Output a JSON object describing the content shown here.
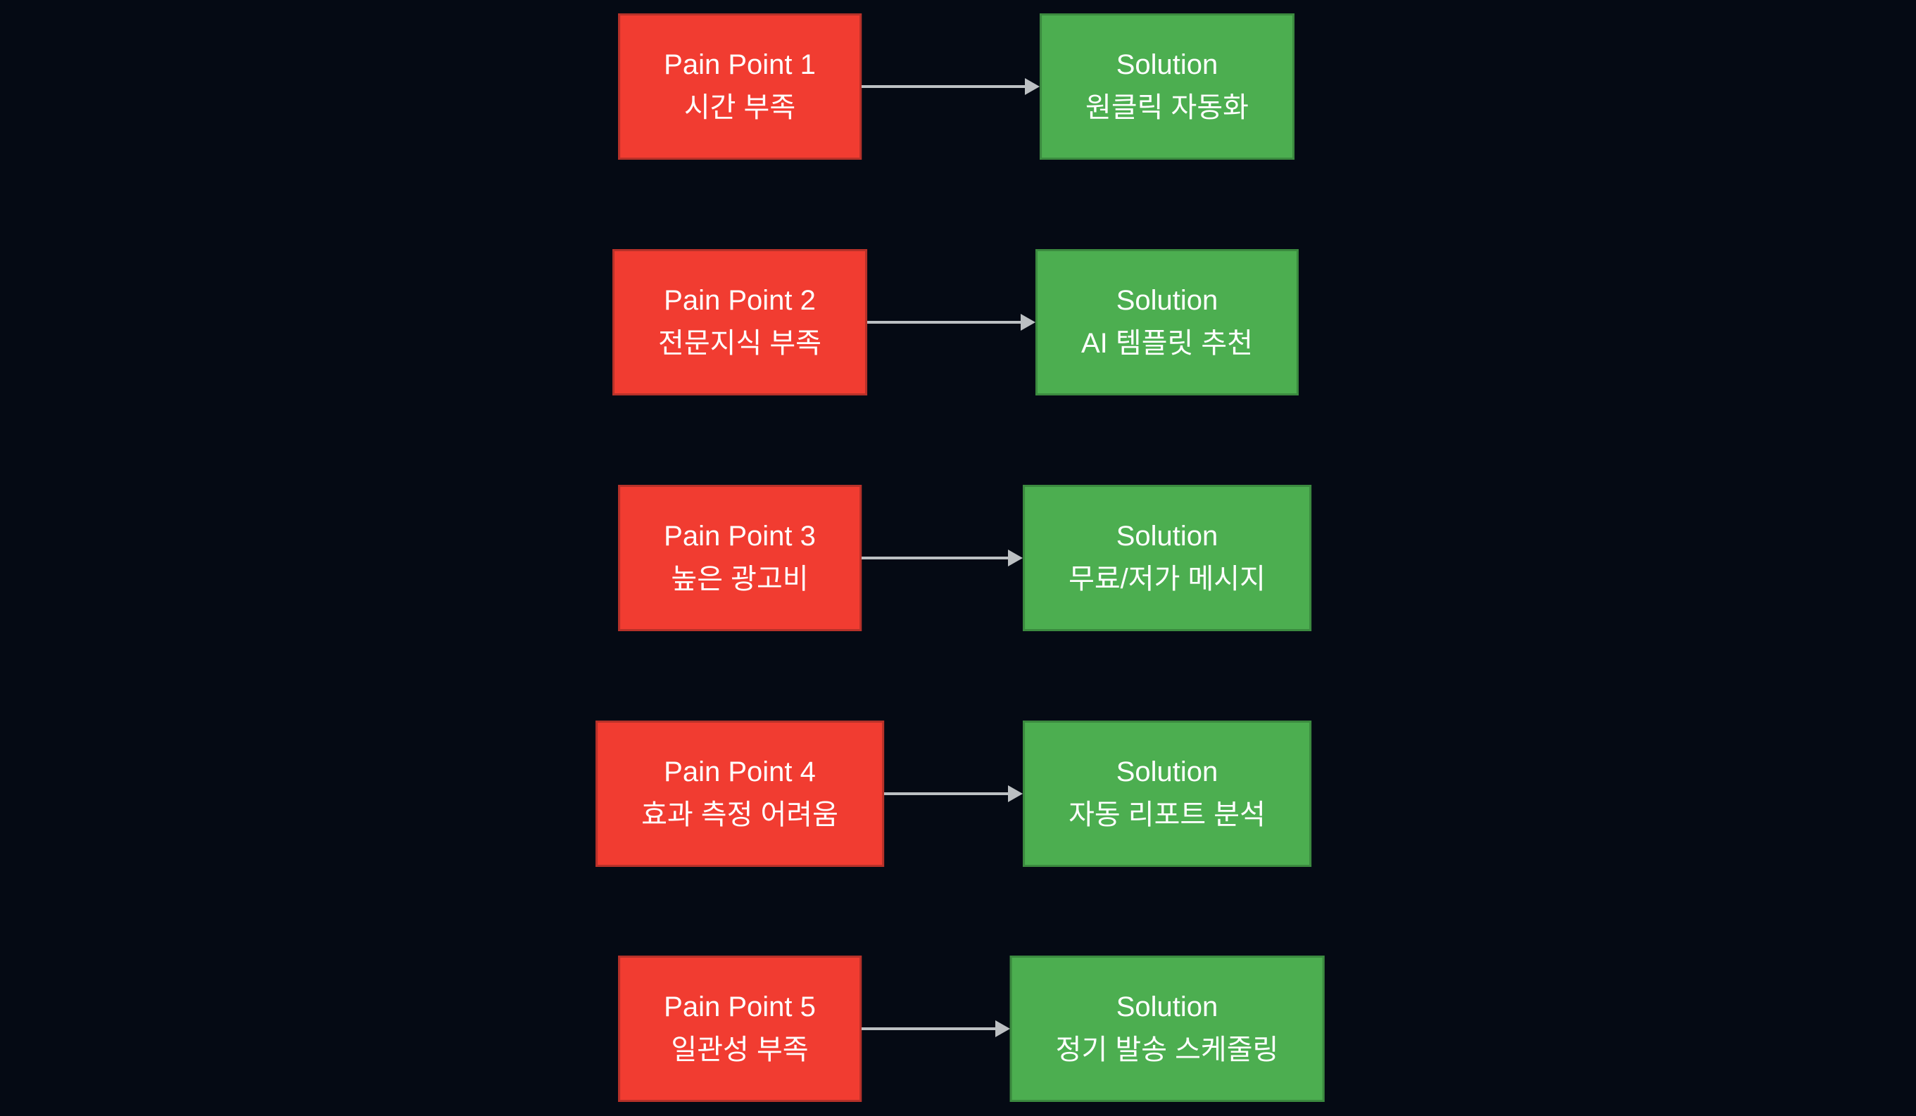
{
  "colors": {
    "page_bg": "#050a14",
    "pain_fill": "#f13c31",
    "pain_border": "#b73129",
    "solution_fill": "#4cae50",
    "solution_border": "#3b8a3f",
    "arrow": "#bcc0c3",
    "text": "#ffffff"
  },
  "diagram": {
    "type": "pain-point-to-solution-flowchart",
    "rows": [
      {
        "pain": {
          "title": "Pain Point 1",
          "subtitle": "시간 부족"
        },
        "solution": {
          "title": "Solution",
          "subtitle": "원클릭 자동화"
        }
      },
      {
        "pain": {
          "title": "Pain Point 2",
          "subtitle": "전문지식 부족"
        },
        "solution": {
          "title": "Solution",
          "subtitle": "AI 템플릿 추천"
        }
      },
      {
        "pain": {
          "title": "Pain Point 3",
          "subtitle": "높은 광고비"
        },
        "solution": {
          "title": "Solution",
          "subtitle": "무료/저가 메시지"
        }
      },
      {
        "pain": {
          "title": "Pain Point 4",
          "subtitle": "효과 측정 어려움"
        },
        "solution": {
          "title": "Solution",
          "subtitle": "자동 리포트 분석"
        }
      },
      {
        "pain": {
          "title": "Pain Point 5",
          "subtitle": "일관성 부족"
        },
        "solution": {
          "title": "Solution",
          "subtitle": "정기 발송 스케줄링"
        }
      }
    ]
  }
}
